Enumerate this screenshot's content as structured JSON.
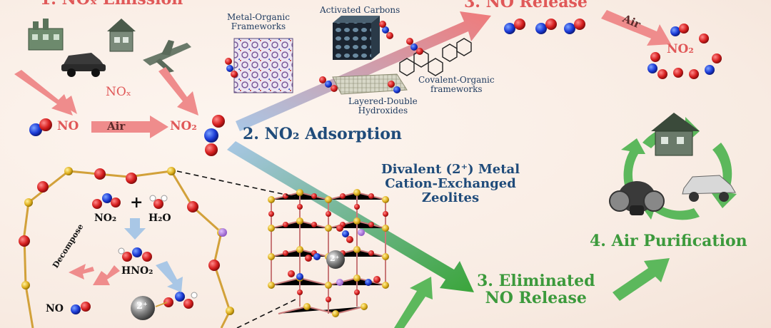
{
  "header": {
    "cut_label": "1. NOₓ Emission"
  },
  "emission": {
    "nox_label": "NOₓ",
    "no_label": "NO",
    "air_label": "Air",
    "no2_label": "NO₂"
  },
  "materials": {
    "mof": "Metal-Organic\nFrameworks",
    "carbon": "Activated Carbons",
    "cof": "Covalent-Organic\nframeworks",
    "ldh": "Layered-Double\nHydroxides"
  },
  "steps": {
    "adsorption": "2. NO₂ Adsorption",
    "release": "3. NO Release",
    "eliminated": "3. Eliminated\nNO Release",
    "purification": "4. Air Purification"
  },
  "release": {
    "air_label": "Air",
    "no2_label": "NO₂"
  },
  "zeolite": {
    "title": "Divalent (2⁺) Metal\nCation-Exchanged\nZeolites",
    "cation_label": "2⁺"
  },
  "mechanism": {
    "no2_label": "NO₂",
    "plus": "+",
    "h2o_label": "H₂O",
    "hno2_label": "HNO₂",
    "decompose_label": "Decompose",
    "no_label": "NO",
    "cation_label": "2⁺"
  },
  "colors": {
    "red_arrow": "#ef8c8c",
    "blue_arrow": "#a9c7e6",
    "green_arrow": "#5cb85c",
    "title_red": "#e05858",
    "title_blue": "#1f4b7a",
    "title_green": "#3c9a3c"
  }
}
